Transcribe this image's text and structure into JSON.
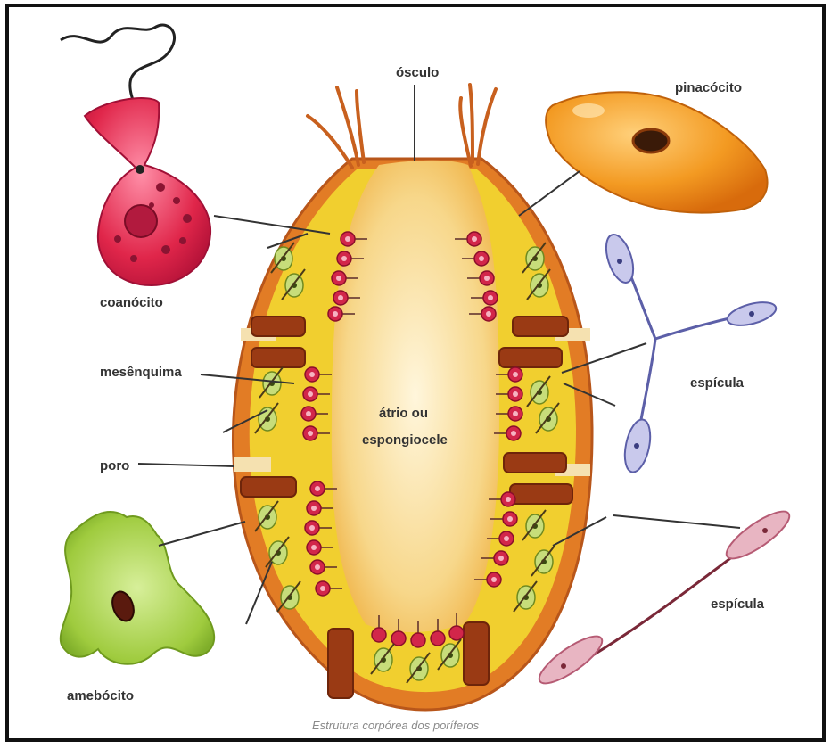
{
  "labels": {
    "osculo": "ósculo",
    "pinacocito": "pinacócito",
    "coanocito": "coanócito",
    "mesenquima": "mesênquima",
    "espicula_1": "espícula",
    "atrio_line1": "átrio ou",
    "atrio_line2": "espongiocele",
    "poro": "poro",
    "espicula_2": "espícula",
    "amebocito": "amebócito"
  },
  "caption": "Estrutura corpórea dos poríferos",
  "colors": {
    "border": "#111111",
    "atrium": "#f7cd6a",
    "body_wall": "#e07a22",
    "mesohyl": "#f2d234",
    "choanocyte": "#d2264a",
    "pinacocyte": "#ee8a14",
    "spicule_triradiate": "#5c5fa8",
    "spicule_monaxon": "#c56e86",
    "amoebocyte": "#a6d04e"
  }
}
